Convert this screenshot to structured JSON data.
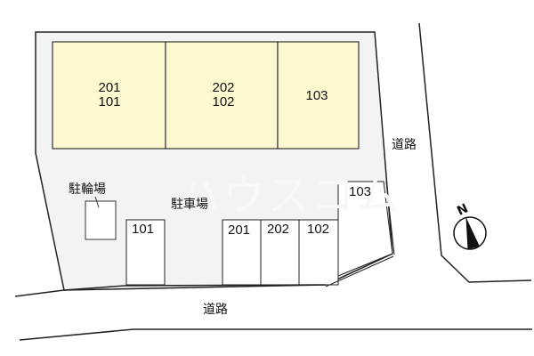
{
  "diagram": {
    "buildings": [
      {
        "id": "building-1",
        "units": [
          "201",
          "101"
        ]
      },
      {
        "id": "building-2",
        "units": [
          "202",
          "102"
        ]
      },
      {
        "id": "building-3",
        "units": [
          "103"
        ]
      }
    ],
    "areas": {
      "bicycle_parking": "駐輪場",
      "parking_lot": "駐車場"
    },
    "parking_spaces": [
      "101",
      "201",
      "202",
      "102",
      "103"
    ],
    "roads": {
      "east": "道路",
      "south": "道路"
    },
    "compass": {
      "label": "N"
    },
    "watermark": "ハウスコム",
    "colors": {
      "lot_fill": "#f3f3f3",
      "building_fill": "#fef8d0",
      "line": "#222222"
    }
  }
}
